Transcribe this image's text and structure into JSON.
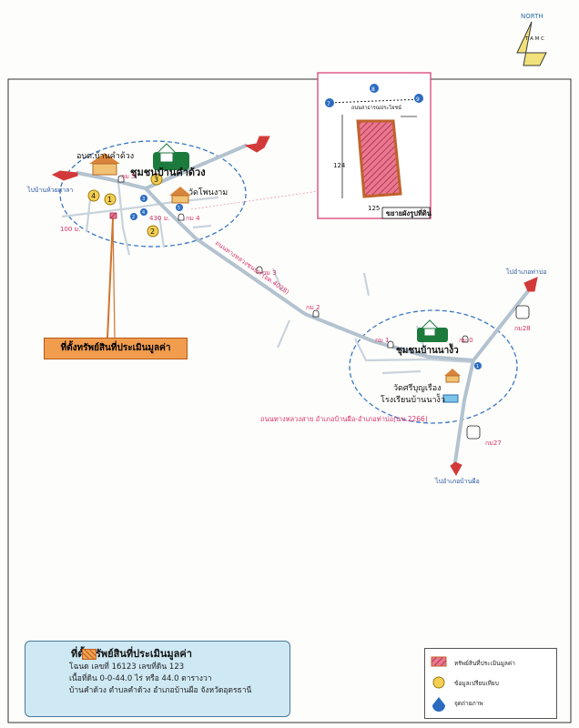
{
  "north": {
    "label": "NORTH",
    "letters": "T A M C"
  },
  "places": {
    "community_kham_kuang": "ชุมชนบ้านคำด้วง",
    "tambon_office": "อบต.บ้านคำด้วง",
    "temple_phon_ngam": "วัดโพนงาม",
    "community_na_ngua": "ชุมชนบ้านนาง้ัว",
    "temple_si_bun_rueang": "วัดศรีบุญเรือง",
    "school_na_ngua": "โรงเรียนบ้านนาง้ัว",
    "to_huai_sala": "ไปบ้านห้วยศาลา",
    "to_tha_bo": "ไปอำเภอท่าบ่อ",
    "to_ban_phue": "ไปอำเภอบ้านผือ"
  },
  "roads": {
    "route_4028": "ถนนทางหลวงชนบท (อด.4028)",
    "route_2266": "ถนนทางหลวงสาย อำเภอบ้านผือ-อำเภอท่าบ่อ(นข.2266)",
    "public_road": "ถนนสาธารณประโยชน์"
  },
  "km_markers": {
    "km3": "กม 3",
    "km2": "กม 2",
    "km1": "กม 1",
    "km0": "กม 0",
    "km4": "กม 4",
    "km28": "กม28",
    "km27": "กม27",
    "km5": "กม 5"
  },
  "distances": {
    "d100": "100 ม.",
    "d430": "430 ม."
  },
  "comparables": [
    "1",
    "2",
    "3",
    "4"
  ],
  "viewpoints": [
    "1",
    "2",
    "3",
    "4",
    "5"
  ],
  "inset": {
    "caption": "ขยายผังรูปที่ดิน",
    "left_no": "124",
    "bottom_no": "125",
    "points": [
      "7",
      "8",
      "9"
    ]
  },
  "subject_label": "ที่ตั้งทรัพย์สินที่ประเมินมูลค่า",
  "info_box": {
    "title": "ที่ตั้งทรัพย์สินที่ประเมินมูลค่า",
    "line1": "โฉนด เลขที่ 16123  เลขที่ดิน 123",
    "line2": "เนื้อที่ดิน 0-0-44.0 ไร่ หรือ 44.0 ตารางวา",
    "line3": "บ้านคำด้วง ตำบลคำด้วง อำเภอบ้านผือ จังหวัดอุดรธานี"
  },
  "legend": {
    "item1": "ทรัพย์สินที่ประเมินมูลค่า",
    "item2": "ข้อมูลเปรียบเทียบ",
    "item3": "จุดถ่ายภาพ"
  },
  "colors": {
    "road": "#b3c2cf",
    "arrow_red": "#d23a3a",
    "circle": "#3f86c4",
    "pink": "#d6336c"
  }
}
